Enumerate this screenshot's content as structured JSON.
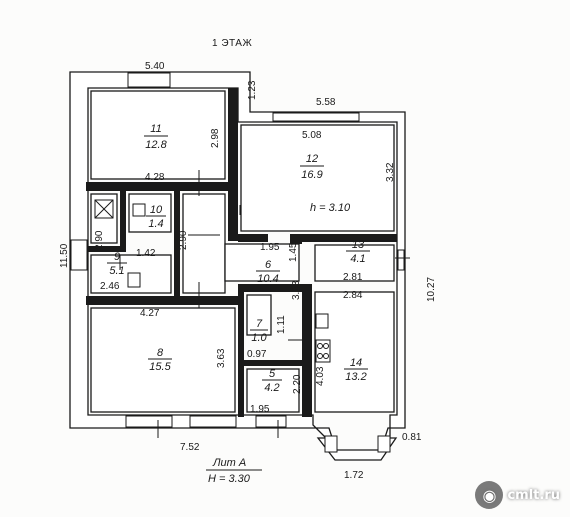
{
  "floor_title": "1 ЭТАЖ",
  "lit": "Лит А",
  "lit_height": "Н = 3.30",
  "ceiling_height": "h = 3.10",
  "rooms": [
    {
      "num": "11",
      "area": "12.8"
    },
    {
      "num": "12",
      "area": "16.9"
    },
    {
      "num": "10",
      "area": "1.4"
    },
    {
      "num": "9",
      "area": "5.1"
    },
    {
      "num": "6",
      "area": "10.4"
    },
    {
      "num": "13",
      "area": "4.1"
    },
    {
      "num": "8",
      "area": "15.5"
    },
    {
      "num": "7",
      "area": "1.0"
    },
    {
      "num": "5",
      "area": "4.2"
    },
    {
      "num": "14",
      "area": "13.2"
    }
  ],
  "dims": {
    "d540": "5.40",
    "d123": "1.23",
    "d558": "5.58",
    "d508": "5.08",
    "d298": "2.98",
    "d332": "3.32",
    "d428": "4.28",
    "d1150": "11.50",
    "d290a": "2.90",
    "d290b": "2.90",
    "d142": "1.42",
    "d246": "2.46",
    "d195a": "1.95",
    "d145": "1.45",
    "d281": "2.81",
    "d284": "2.84",
    "d323": "3.23",
    "d1027": "10.27",
    "d427": "4.27",
    "d111": "1.11",
    "d363": "3.63",
    "d097": "0.97",
    "d220": "2.20",
    "d403": "4.03",
    "d195b": "1.95",
    "d752": "7.52",
    "d172": "1.72",
    "d081": "0.81"
  },
  "watermark": "cmlt.ru"
}
